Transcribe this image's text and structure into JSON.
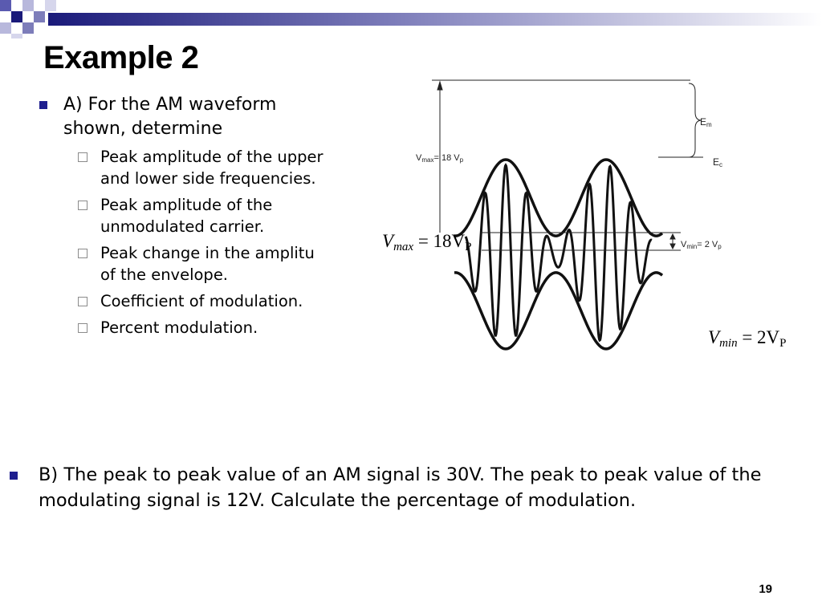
{
  "slide": {
    "title": "Example 2",
    "page_number": "19"
  },
  "part_a": {
    "intro": "A) For the AM waveform\nshown, determine",
    "items": [
      "Peak amplitude of the upper\nand lower side frequencies.",
      "Peak amplitude of the\nunmodulated carrier.",
      "Peak change in the amplitu\nof the envelope.",
      "Coefficient of modulation.",
      "Percent modulation."
    ]
  },
  "figure": {
    "label_vmax_small": "V",
    "label_vmax_sub": "max",
    "label_vmax_val": "= 18 V",
    "label_vmax_unit": "p",
    "label_vmin_small": "V",
    "label_vmin_sub": "min",
    "label_vmin_val": "= 2 V",
    "label_vmin_unit": "p",
    "label_em": "E",
    "label_em_sub": "m",
    "label_ec": "E",
    "label_ec_sub": "c"
  },
  "vmax_label": {
    "symbol": "V",
    "sub": "max",
    "value": " = 18V",
    "unit": "P"
  },
  "vmin_label": {
    "symbol": "V",
    "sub": "min",
    "value": " = 2V",
    "unit": "P"
  },
  "part_b": {
    "text": "B) The peak to peak value of an AM signal is 30V. The peak to peak value of the modulating signal is 12V. Calculate the percentage of modulation."
  }
}
